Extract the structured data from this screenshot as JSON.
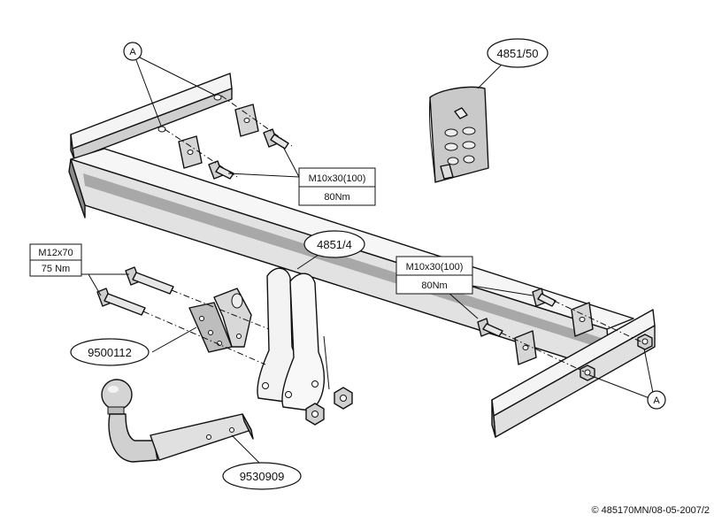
{
  "labels": {
    "a_top": "A",
    "a_bottom": "A",
    "kit_4851_50": "4851/50",
    "bracket_4851_4": "4851/4",
    "bolt_top_spec": "M10x30(100)",
    "bolt_top_torque": "80Nm",
    "bolt_right_spec": "M10x30(100)",
    "bolt_right_torque": "80Nm",
    "bolt_left_spec": "M12x70",
    "bolt_left_torque": "75 Nm",
    "plate_9500112": "9500112",
    "ball_9530909": "9530909",
    "copyright": "© 485170MN/08-05-2007/2"
  },
  "colors": {
    "line": "#111111",
    "beam_face": "#e2e2e2",
    "beam_top": "#f6f6f6",
    "beam_dark": "#9a9a9a",
    "metal_light": "#d8d8d8",
    "metal_mid": "#bdbdbd",
    "bag_fill": "#c9c9c9",
    "background": "#ffffff"
  },
  "icons": [
    "a-callout-icon",
    "bolt-icon",
    "nut-icon",
    "washer-plate-icon",
    "tow-ball-icon",
    "hardware-bag-icon"
  ]
}
